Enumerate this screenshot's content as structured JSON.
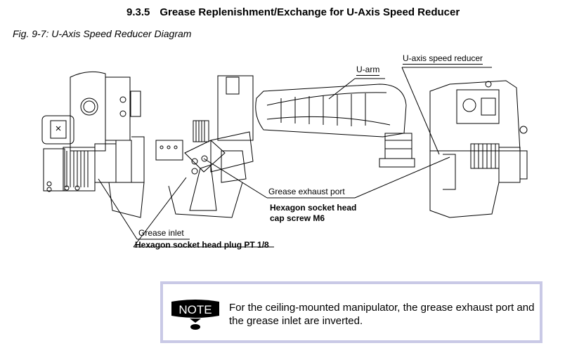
{
  "section": {
    "number": "9.3.5",
    "title": "Grease Replenishment/Exchange for U-Axis Speed Reducer"
  },
  "figure": {
    "caption": "Fig. 9-7: U-Axis Speed Reducer Diagram"
  },
  "labels": {
    "u_axis_speed_reducer": "U-axis speed reducer",
    "u_arm": "U-arm",
    "grease_exhaust_port": "Grease exhaust port",
    "screw_line1": "Hexagon socket head",
    "screw_line2": "cap screw M6",
    "grease_inlet": "Grease inlet",
    "plug": "Hexagon socket head plug PT 1/8"
  },
  "note": {
    "icon_label": "NOTE",
    "text": "For the ceiling-mounted manipulator, the grease exhaust port and the grease inlet are inverted."
  }
}
